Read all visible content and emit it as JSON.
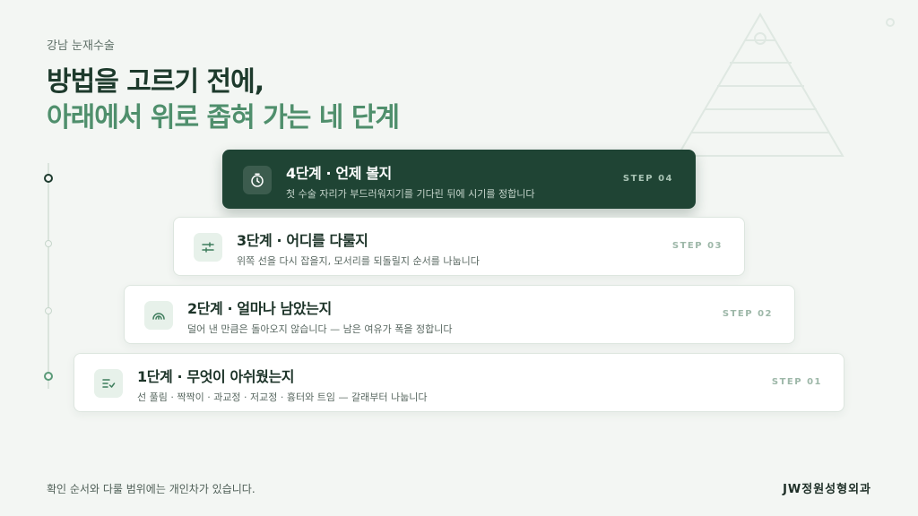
{
  "header": {
    "eyebrow": "강남 눈재수술",
    "title_line1": "방법을 고르기 전에,",
    "title_line2": "아래에서 위로 좁혀 가는 네 단계"
  },
  "steps": [
    {
      "title": "4단계 · 언제 볼지",
      "desc": "첫 수술 자리가 부드러워지기를 기다린 뒤에 시기를 정합니다",
      "step": "STEP 04",
      "icon": "timer-icon",
      "active": true
    },
    {
      "title": "3단계 · 어디를 다룰지",
      "desc": "위쪽 선을 다시 잡을지, 모서리를 되돌릴지 순서를 나눕니다",
      "step": "STEP 03",
      "icon": "sliders-icon",
      "active": false
    },
    {
      "title": "2단계 · 얼마나 남았는지",
      "desc": "덜어 낸 만큼은 돌아오지 않습니다 — 남은 여유가 폭을 정합니다",
      "step": "STEP 02",
      "icon": "arc-gauge-icon",
      "active": false
    },
    {
      "title": "1단계 · 무엇이 아쉬웠는지",
      "desc": "선 풀림 · 짝짝이 · 과교정 · 저교정 · 흉터와 트임 — 갈래부터 나눕니다",
      "step": "STEP 01",
      "icon": "checklist-icon",
      "active": false
    }
  ],
  "footer": {
    "note": "확인 순서와 다룰 범위에는 개인차가 있습니다.",
    "brand": "JW정원성형외과"
  },
  "colors": {
    "background": "#f3f6f3",
    "accent_dark": "#1f4434",
    "accent_green": "#4f8f6c"
  }
}
